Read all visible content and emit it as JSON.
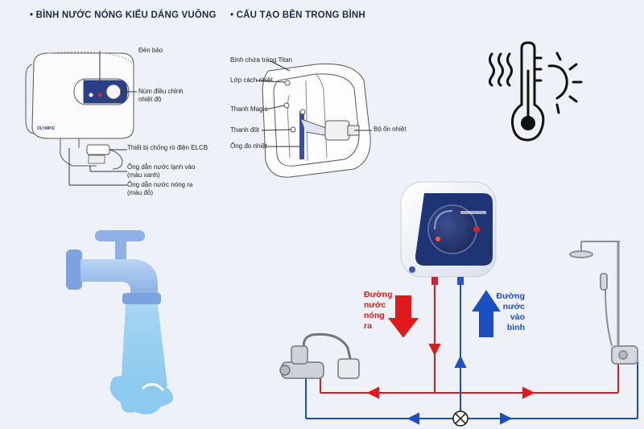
{
  "headers": {
    "left": "• BÌNH NƯỚC NÓNG KIỂU DÁNG VUÔNG",
    "right": "• CẤU TẠO BÊN TRONG BÌNH"
  },
  "exterior_labels": {
    "indicator_light": "Đèn báo",
    "control_knob_line1": "Núm điều chỉnh",
    "control_knob_line2": "nhiệt độ",
    "elcb": "Thiết bị chống rò điện ELCB",
    "cold_pipe_line1": "Ống dẫn nước lạnh vào",
    "cold_pipe_line2": "(màu xanh)",
    "hot_pipe_line1": "Ống dẫn nước nóng ra",
    "hot_pipe_line2": "(màu đỏ)",
    "brand": "OLYMPIC"
  },
  "interior_labels": {
    "tank": "Bình chứa tráng Titan",
    "insulation": "Lớp cách nhiệt",
    "magnesium_rod": "Thanh Magie",
    "heating_element": "Thanh đốt",
    "thermo_tube": "Ống đo nhiệt",
    "thermostat": "Bộ ổn nhiệt"
  },
  "flow_labels": {
    "hot_out": [
      "Đường",
      "nước",
      "nóng",
      "ra"
    ],
    "cold_in": [
      "Đường",
      "nước",
      "vào",
      "bình"
    ]
  },
  "colors": {
    "hot": "#e01a1a",
    "cold": "#1c4fc4",
    "heater_panel": "#1f3475"
  },
  "icons": [
    "thermometer-sun-icon",
    "faucet-icon",
    "shower-icon",
    "valve-icon"
  ]
}
